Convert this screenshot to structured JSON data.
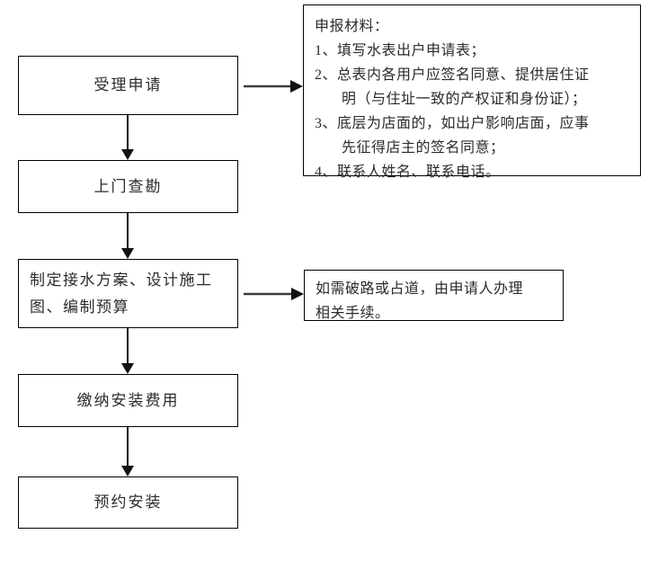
{
  "diagram": {
    "title_present": false,
    "colors": {
      "stroke": "#000000",
      "text": "#2b2b2b",
      "background": "#ffffff",
      "arrow": "#1a1a1a"
    },
    "nodes": [
      {
        "id": "accept-application",
        "label": "受理申请"
      },
      {
        "id": "on-site-survey",
        "label": "上门查勘"
      },
      {
        "id": "plan-design-budget",
        "label": "制定接水方案、设计施工\n图、编制预算"
      },
      {
        "id": "pay-installation-fee",
        "label": "缴纳安装费用"
      },
      {
        "id": "schedule-installation",
        "label": "预约安装"
      }
    ],
    "info_boxes": [
      {
        "id": "application-materials",
        "lines": [
          {
            "text": "申报材料：",
            "indent": false
          },
          {
            "text": "1、填写水表出户申请表；",
            "indent": false
          },
          {
            "text": "2、总表内各用户应签名同意、提供居住证",
            "indent": false
          },
          {
            "text": "明（与住址一致的产权证和身份证）；",
            "indent": true
          },
          {
            "text": "3、底层为店面的，如出户影响店面，应事",
            "indent": false
          },
          {
            "text": "先征得店主的签名同意；",
            "indent": true
          },
          {
            "text": "4、联系人姓名、联系电话。",
            "indent": false
          }
        ]
      },
      {
        "id": "road-occupation-note",
        "lines": [
          {
            "text": "如需破路或占道，由申请人办理",
            "indent": false
          },
          {
            "text": "相关手续。",
            "indent": false
          }
        ]
      }
    ],
    "connectors": [
      {
        "id": "accept-to-materials",
        "kind": "horizontal-arrow"
      },
      {
        "id": "accept-to-survey",
        "kind": "vertical-arrow"
      },
      {
        "id": "survey-to-plan",
        "kind": "vertical-arrow"
      },
      {
        "id": "plan-to-road-note",
        "kind": "horizontal-arrow"
      },
      {
        "id": "plan-to-fee",
        "kind": "vertical-arrow"
      },
      {
        "id": "fee-to-schedule",
        "kind": "vertical-arrow"
      }
    ]
  }
}
